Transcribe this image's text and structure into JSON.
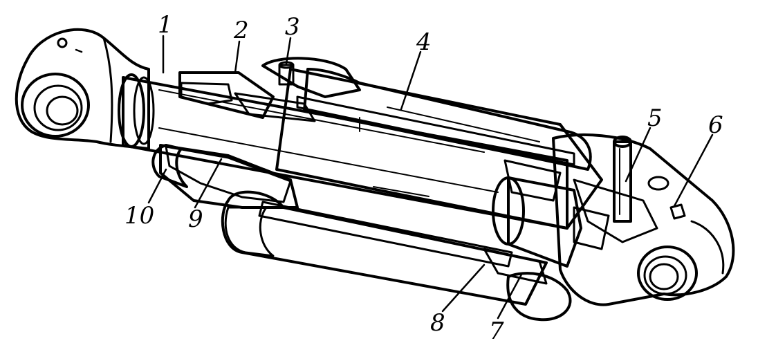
{
  "figure": {
    "callouts": [
      {
        "key": "1",
        "text": "1"
      },
      {
        "key": "2",
        "text": "2"
      },
      {
        "key": "3",
        "text": "3"
      },
      {
        "key": "4",
        "text": "4"
      },
      {
        "key": "5",
        "text": "5"
      },
      {
        "key": "6",
        "text": "6"
      },
      {
        "key": "7",
        "text": "7"
      },
      {
        "key": "8",
        "text": "8"
      },
      {
        "key": "9",
        "text": "9"
      },
      {
        "key": "10",
        "text": "10"
      }
    ],
    "colors": {
      "ink": "#000000",
      "paper": "#ffffff"
    }
  }
}
